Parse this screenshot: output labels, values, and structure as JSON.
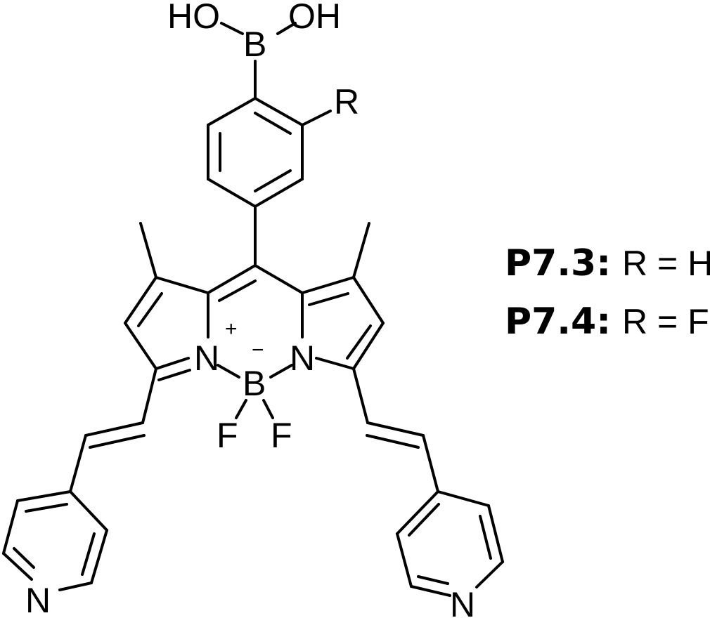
{
  "atoms": {
    "boronic_B": "B",
    "boronic_OH_left": "HO",
    "boronic_OH_right": "OH",
    "substituent_R": "R",
    "pyrrole_N_left": "N",
    "pyrrole_N_right": "N",
    "core_B": "B",
    "F_left": "F",
    "F_right": "F",
    "pyridine_N_left": "N",
    "pyridine_N_right": "N",
    "charge_plus": "+",
    "charge_minus": "−"
  },
  "compounds": [
    {
      "id": "P7.3:",
      "definition": "R = H"
    },
    {
      "id": "P7.4:",
      "definition": "R = F"
    }
  ]
}
